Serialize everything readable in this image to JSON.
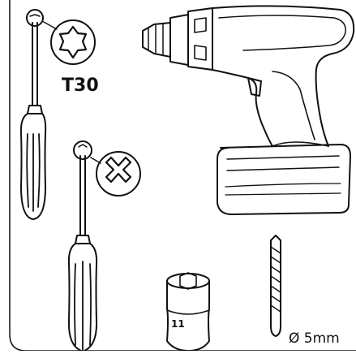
{
  "labels": {
    "torx_size": "T30",
    "socket_size": "11",
    "drill_bit_diameter": "Ø 5mm"
  },
  "items": [
    {
      "name": "torx-screwdriver",
      "tip": "torx-star-icon"
    },
    {
      "name": "phillips-screwdriver",
      "tip": "phillips-cross-icon"
    },
    {
      "name": "cordless-drill"
    },
    {
      "name": "socket"
    },
    {
      "name": "drill-bit"
    }
  ],
  "colors": {
    "line": "#111111",
    "background": "#ffffff"
  }
}
